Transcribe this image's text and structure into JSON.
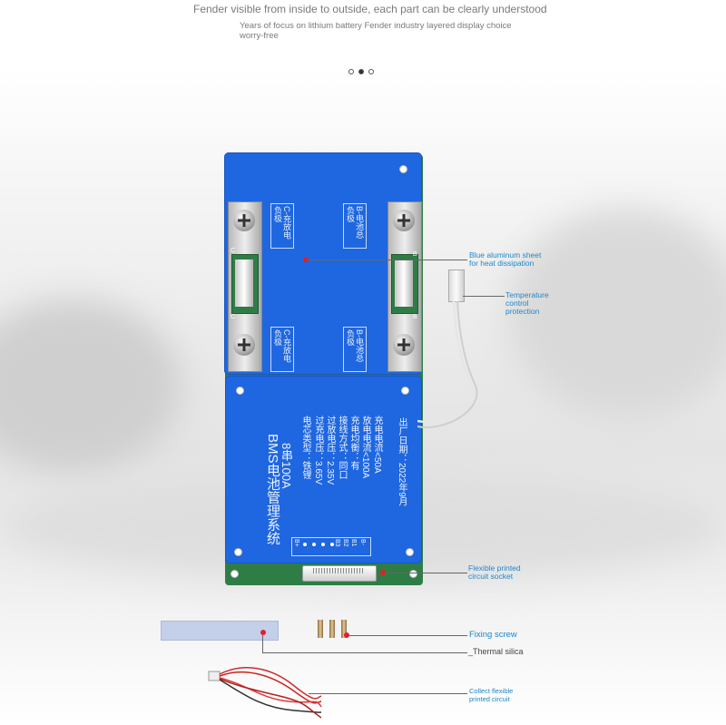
{
  "header": {
    "title": "Fender visible from inside to outside, each part can be clearly understood",
    "subtitle": "Years of focus on lithium battery Fender industry layered display choice worry-free"
  },
  "carousel": {
    "dots": 3,
    "active": 1
  },
  "board": {
    "stamp_labels": [
      "C-充放电负极",
      "B-电池总负极",
      "C-充放电负极",
      "B-电池总负极"
    ],
    "marks": {
      "c1": "C",
      "c2": "C",
      "b1": "B",
      "b2": "B"
    },
    "product_title": "BMS电池管理系统",
    "product_model": "8串100A",
    "specs": [
      "电芯类型：铁锂",
      "过充电压：3.65V",
      "过放电压：2.35V",
      "接线方式：同口",
      "充电均衡：有",
      "放电电流<100A",
      "充电电流<50A"
    ],
    "date": "出厂日期：2022年9月",
    "pins": [
      "B+",
      "B3",
      "B2",
      "B1",
      "B-"
    ]
  },
  "callouts": [
    {
      "id": "heat",
      "label": "Blue aluminum sheet for heat dissipation"
    },
    {
      "id": "temp",
      "label": "Temperature control protection"
    },
    {
      "id": "fpc",
      "label": "Flexible printed circuit socket"
    },
    {
      "id": "screw",
      "label": "Fixing screw"
    },
    {
      "id": "silica",
      "label": "_Thermal silica"
    },
    {
      "id": "collect",
      "label": "Collect flexible printed circuit"
    }
  ],
  "colors": {
    "board_blue": "#1f67e0",
    "pcb_green": "#2f7d46",
    "callout_text": "#1e88c8",
    "marker": "#e0202a"
  }
}
